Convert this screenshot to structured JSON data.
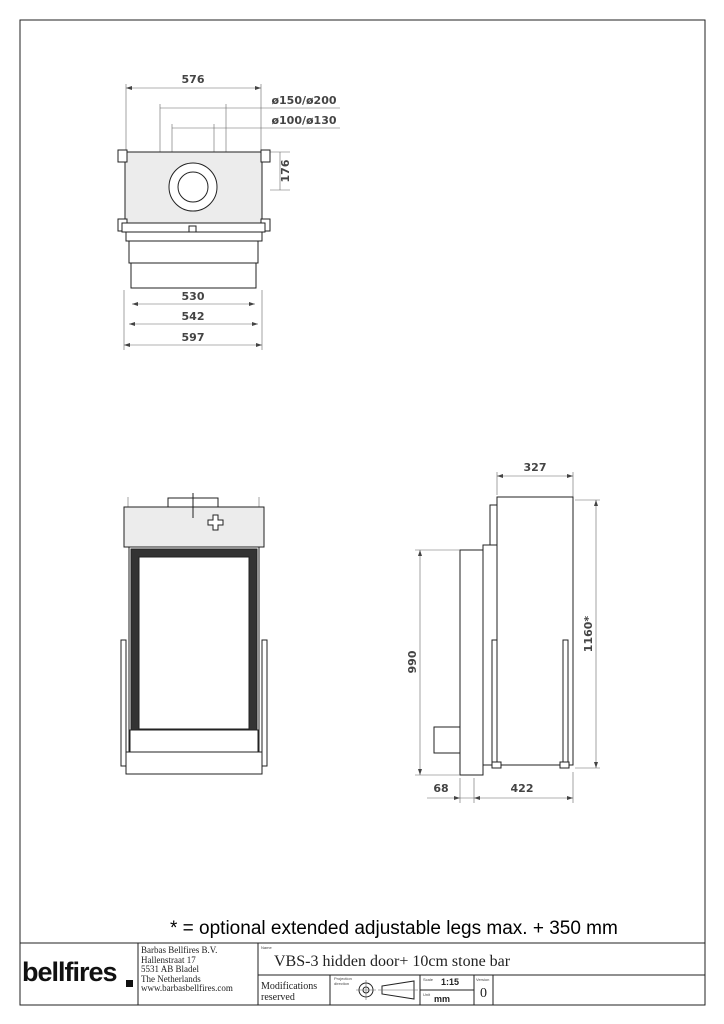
{
  "top_view": {
    "dim_width_top": "576",
    "dim_flue_outer": "ø150/ø200",
    "dim_flue_inner": "ø100/ø130",
    "dim_depth": "176",
    "dim_530": "530",
    "dim_542": "542",
    "dim_597": "597"
  },
  "side_view": {
    "dim_depth_top": "327",
    "dim_height": "1160*",
    "dim_door_height": "990",
    "dim_68": "68",
    "dim_422": "422"
  },
  "footnote": "* = optional extended adjustable legs max. + 350 mm",
  "title_block": {
    "logo": "bellfires",
    "company_lines": [
      "Barbas Bellfires B.V.",
      "Hallenstraat 17",
      "5531 AB Bladel",
      "The Netherlands",
      "www.barbasbellfires.com"
    ],
    "name_caption": "Name",
    "name": "VBS-3 hidden door+ 10cm stone bar",
    "modifications": "Modifications reserved",
    "projection_caption": "Projection direction",
    "scale_caption": "Scale",
    "scale": "1:15",
    "unit_caption": "Unit",
    "unit": "mm",
    "version_caption": "Version",
    "version": "0"
  }
}
